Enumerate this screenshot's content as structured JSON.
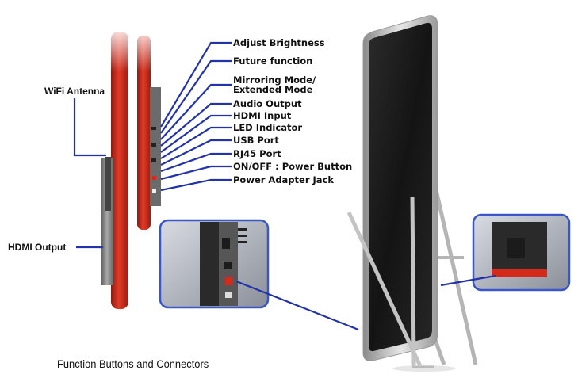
{
  "callouts": {
    "adjust_brightness": "Adjust Brightness",
    "future_function": "Future function",
    "mirroring_mode": "Mirroring Mode/ Extended Mode",
    "audio_output": "Audio Output",
    "hdmi_input": "HDMI Input",
    "led_indicator": "LED Indicator",
    "usb_port": "USB Port",
    "rj45_port": "RJ45 Port",
    "power_button": "ON/OFF : Power Button",
    "power_adapter_jack": "Power Adapter Jack"
  },
  "side_labels": {
    "wifi_antenna": "WiFi Antenna",
    "hdmi_output": "HDMI Output"
  },
  "caption": "Function Buttons and Connectors",
  "colors": {
    "callout_line": "#2233aa",
    "accent_red": "#d42a1c",
    "panel_frame": "#3a56c8",
    "screen": "#1a1a1a"
  }
}
